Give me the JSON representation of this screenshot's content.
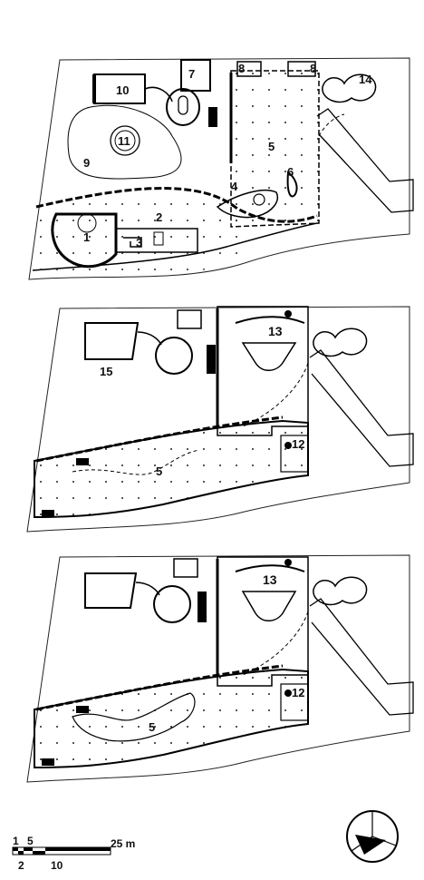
{
  "plans": [
    {
      "id": "plan-1",
      "labels": [
        "1",
        "2",
        "3",
        "4",
        "5",
        "6",
        "7",
        "8",
        "8",
        "9",
        "10",
        "11",
        "14"
      ]
    },
    {
      "id": "plan-2",
      "labels": [
        "5",
        "12",
        "13",
        "15"
      ]
    },
    {
      "id": "plan-3",
      "labels": [
        "5",
        "12",
        "13"
      ]
    }
  ],
  "scale_bar": {
    "top_ticks": [
      "1",
      "5"
    ],
    "bottom_ticks": [
      "2",
      "10"
    ],
    "end_label": "25 m"
  },
  "north_arrow": {
    "icon": "north-arrow-icon"
  }
}
